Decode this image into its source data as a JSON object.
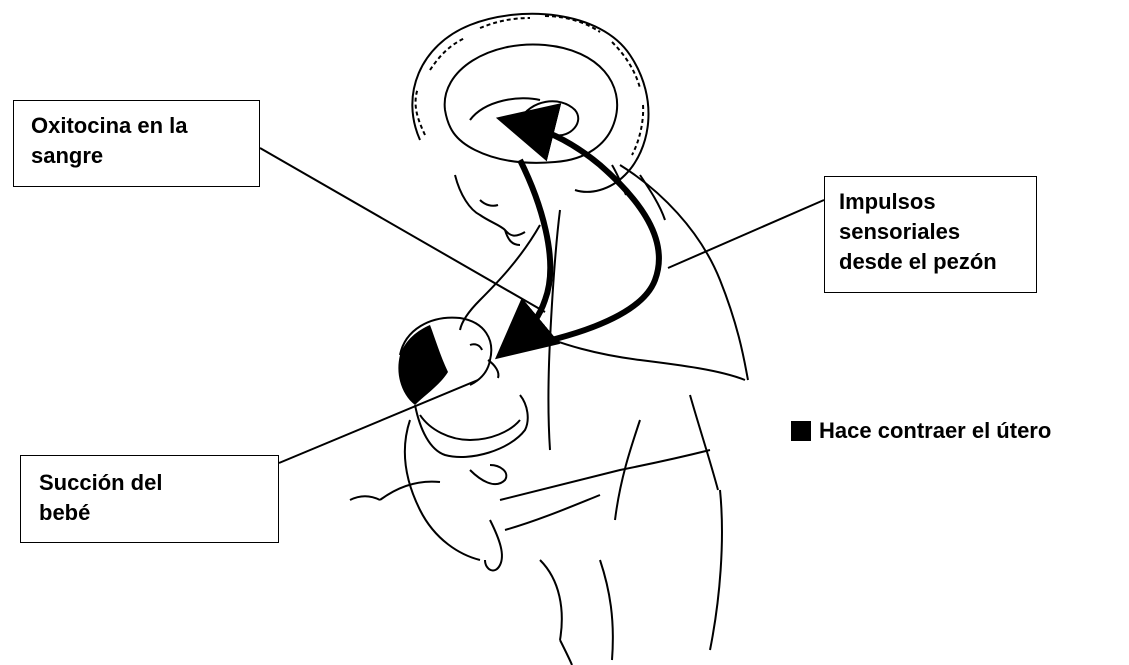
{
  "labels": {
    "oxitocina_line1": "Oxitocina en la",
    "oxitocina_line2": "sangre",
    "impulsos_line1": "Impulsos",
    "impulsos_line2": "sensoriales",
    "impulsos_line3": "desde el pezón",
    "succion_line1": "Succión del",
    "succion_line2": "bebé"
  },
  "note": {
    "text": "Hace contraer el útero"
  },
  "colors": {
    "ink": "#000000",
    "paper": "#ffffff"
  }
}
